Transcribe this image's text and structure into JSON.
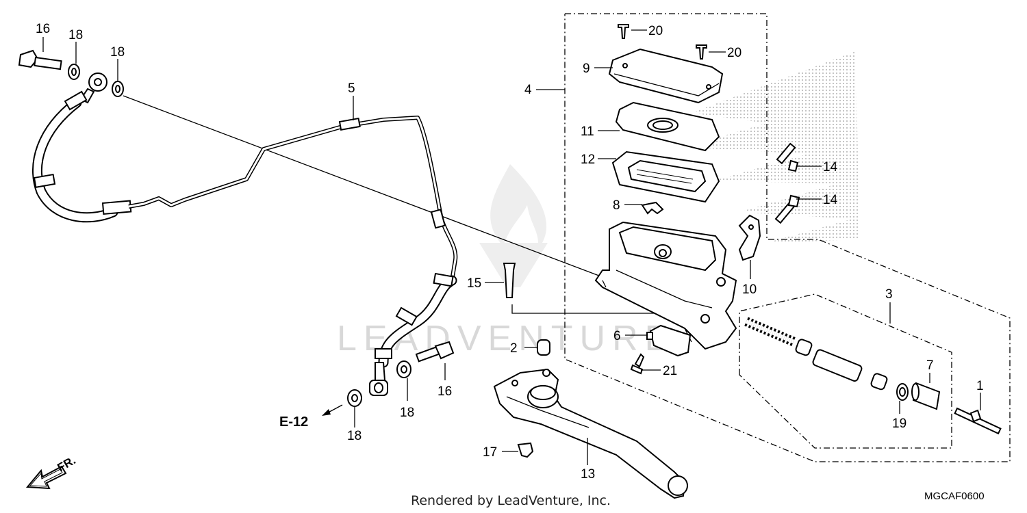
{
  "callouts": {
    "c1": "1",
    "c2": "2",
    "c3": "3",
    "c4": "4",
    "c5": "5",
    "c6": "6",
    "c7": "7",
    "c8": "8",
    "c9": "9",
    "c10": "10",
    "c11": "11",
    "c12": "12",
    "c13": "13",
    "c14a": "14",
    "c14b": "14",
    "c15": "15",
    "c16a": "16",
    "c16b": "16",
    "c17": "17",
    "c18a": "18",
    "c18b": "18",
    "c18c": "18",
    "c18d": "18",
    "c19": "19",
    "c20a": "20",
    "c20b": "20",
    "c21": "21"
  },
  "ref_code": "E-12",
  "front_label": "FR.",
  "watermark": "LEADVENTURE",
  "footer": "Rendered by LeadVenture, Inc.",
  "diagram_id": "MGCAF0600"
}
